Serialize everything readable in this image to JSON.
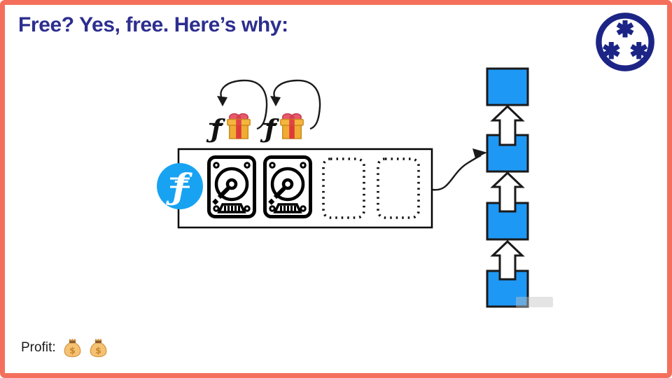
{
  "slide": {
    "title": "Free? Yes, free. Here’s why:",
    "background_color": "#FFFFFF",
    "border_color": "#F4705C"
  },
  "logo": {
    "icon": "three-asterisks-circle-logo",
    "color": "#1C2586"
  },
  "colors": {
    "title_navy": "#2D2E8F",
    "filecoin_blue": "#18A3F2",
    "block_blue": "#1E98F5",
    "diagram_outline": "#1A1A1A"
  },
  "diagram": {
    "filecoin_symbol": "ƒ",
    "reward_tokens": [
      {
        "icon": "gift-icon",
        "symbol": "ƒ"
      },
      {
        "icon": "gift-icon",
        "symbol": "ƒ"
      }
    ],
    "storage_box": {
      "drive_icon": "hard-drive-icon",
      "filled_drive_count": 2,
      "empty_slot_count": 2
    },
    "blockchain": {
      "block_count": 4,
      "arrow_direction": "up"
    }
  },
  "footer": {
    "profit_label": "Profit:",
    "money_bag_icon": "money-bag-icon",
    "money_bag_count": 2,
    "dollar_symbol": "$"
  }
}
